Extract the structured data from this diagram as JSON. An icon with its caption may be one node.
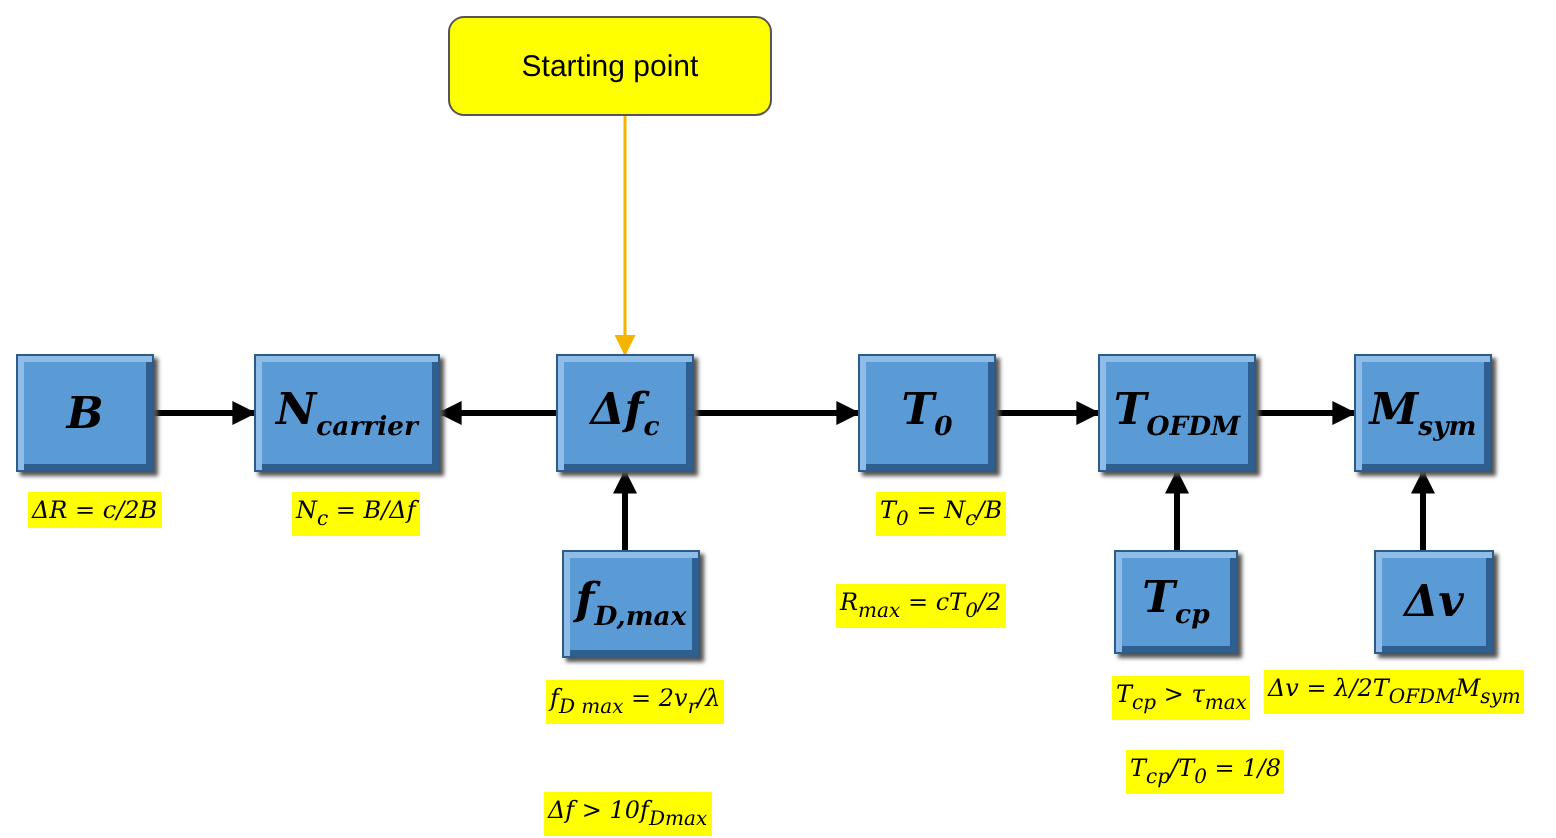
{
  "diagram": {
    "nodes": [
      {
        "text": [
          "Starting point"
        ]
      },
      {
        "text": [
          "B"
        ],
        "beside": [
          "ΔR = c/2B"
        ]
      },
      {
        "text": [
          "N$_{carrier}$"
        ],
        "beside": [
          "N$_{c}$ = B/Δf"
        ]
      },
      {
        "text": [
          "Δf$_{c}$"
        ]
      },
      {
        "text": [
          "T$_{0}$"
        ],
        "beside": [
          "T$_{0}$ = N$_{c}$/B",
          "R$_{max}$ = cT$_{0}$/2"
        ]
      },
      {
        "text": [
          "T$_{OFDM}$"
        ]
      },
      {
        "text": [
          "M$_{sym}$"
        ]
      },
      {
        "text": [
          "f$_{D,max}$"
        ],
        "beside": [
          "f$_{D max}$ = 2v$_{r}$/λ",
          "Δf > 10f$_{Dmax}$"
        ]
      },
      {
        "text": [
          "T$_{cp}$"
        ],
        "beside": [
          "T$_{cp}$ > τ$_{max}$",
          "T$_{cp}$/T$_{0}$ = 1/8"
        ]
      },
      {
        "text": [
          "Δv"
        ],
        "beside": [
          "Δv = λ/2T$_{OFDM}$M$_{sym}$"
        ]
      }
    ],
    "edges": [
      {
        "from": 0,
        "to": 3,
        "arrow": "to",
        "color": "#f5b400"
      },
      {
        "from": 1,
        "to": 2,
        "arrow": "to"
      },
      {
        "from": 3,
        "to": 2,
        "arrow": "to"
      },
      {
        "from": 3,
        "to": 4,
        "arrow": "to"
      },
      {
        "from": 4,
        "to": 5,
        "arrow": "to"
      },
      {
        "from": 5,
        "to": 6,
        "arrow": "to"
      },
      {
        "from": 7,
        "to": 3,
        "arrow": "to"
      },
      {
        "from": 8,
        "to": 5,
        "arrow": "to"
      },
      {
        "from": 9,
        "to": 6,
        "arrow": "to"
      }
    ]
  }
}
